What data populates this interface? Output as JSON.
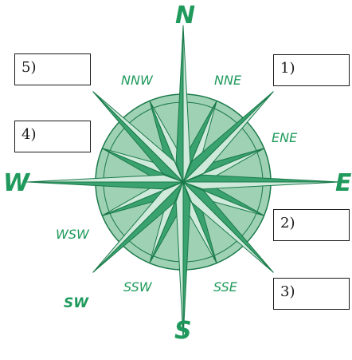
{
  "colors": {
    "dark": "#3aa26e",
    "light": "#cfeadb",
    "stroke": "#1a7a4a",
    "ring": "#9fd1b4",
    "label": "#1f9a5c",
    "box_border": "#1a1a1a"
  },
  "labels": {
    "N": "N",
    "S": "S",
    "E": "E",
    "W": "W",
    "SW": "SW",
    "NNW": "NNW",
    "NNE": "NNE",
    "ENE": "ENE",
    "WSW": "WSW",
    "SSW": "SSW",
    "SSE": "SSE"
  },
  "answer_boxes": [
    {
      "label": "1)"
    },
    {
      "label": "2)"
    },
    {
      "label": "3)"
    },
    {
      "label": "4)"
    },
    {
      "label": "5)"
    }
  ]
}
